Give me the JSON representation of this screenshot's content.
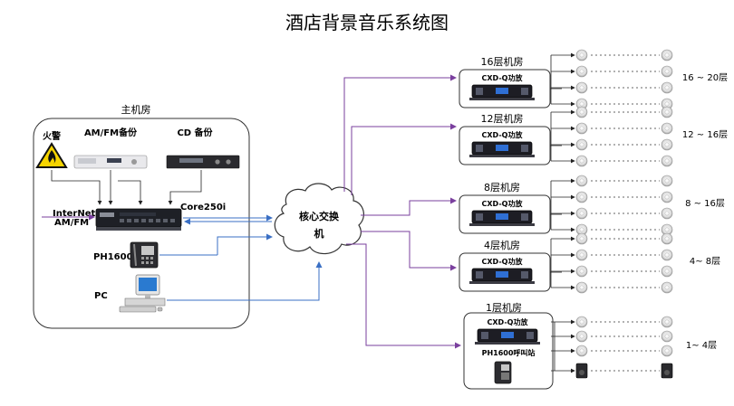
{
  "title": "酒店背景音乐系统图",
  "main_room": {
    "label": "主机房",
    "fire_alarm": "火警",
    "amfm_backup": "AM/FM备份",
    "cd_backup": "CD 备份",
    "internet_label": "InterNet",
    "amfm_label": "AM/FM",
    "core_label": "Core250i",
    "ph1600_label": "PH1600",
    "pc_label": "PC"
  },
  "switch": {
    "label_line1": "核心交换",
    "label_line2": "机"
  },
  "amp_rooms": [
    {
      "room": "16层机房",
      "amp": "CXD-Q功放",
      "floors": "16 ~ 20层"
    },
    {
      "room": "12层机房",
      "amp": "CXD-Q功放",
      "floors": "12 ~ 16层"
    },
    {
      "room": "8层机房",
      "amp": "CXD-Q功放",
      "floors": "8 ~ 16层"
    },
    {
      "room": "4层机房",
      "amp": "CXD-Q功放",
      "floors": "4~ 8层"
    }
  ],
  "ground_room": {
    "room": "1层机房",
    "amp": "CXD-Q功放",
    "station": "PH1600呼叫站",
    "floors": "1~ 4层"
  },
  "colors": {
    "frame": "#333333",
    "link_purple": "#7a3f9e",
    "link_blue": "#3a6fc4",
    "amp_body": "#1d1d24",
    "speaker": "#e4e4e4"
  }
}
